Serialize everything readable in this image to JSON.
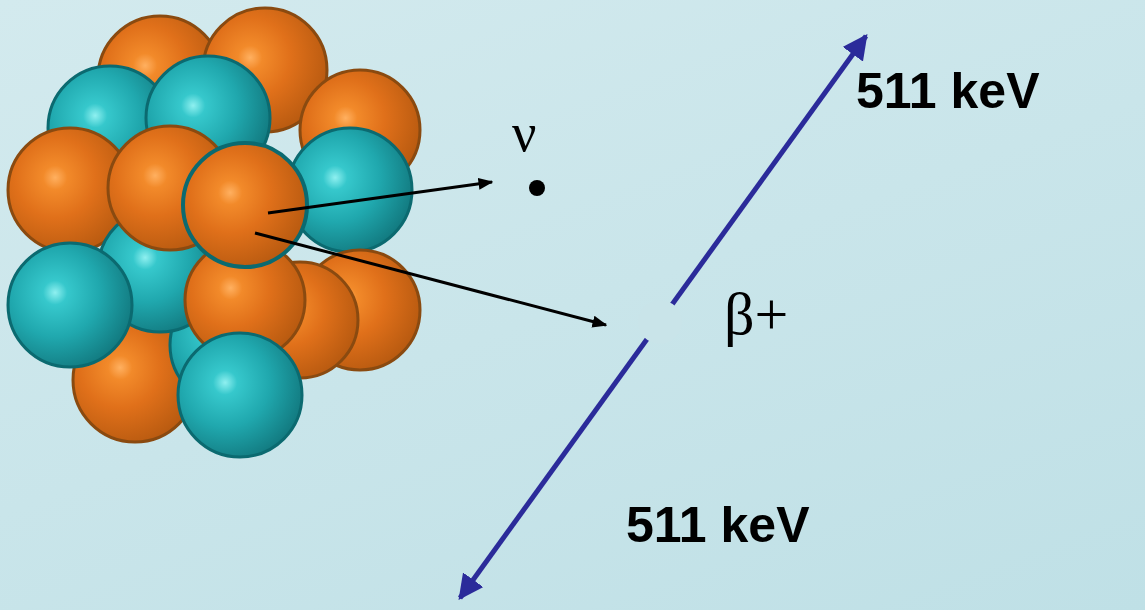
{
  "diagram": {
    "labels": [
      "ν",
      "511 keV",
      "β+",
      "511 keV"
    ]
  }
}
